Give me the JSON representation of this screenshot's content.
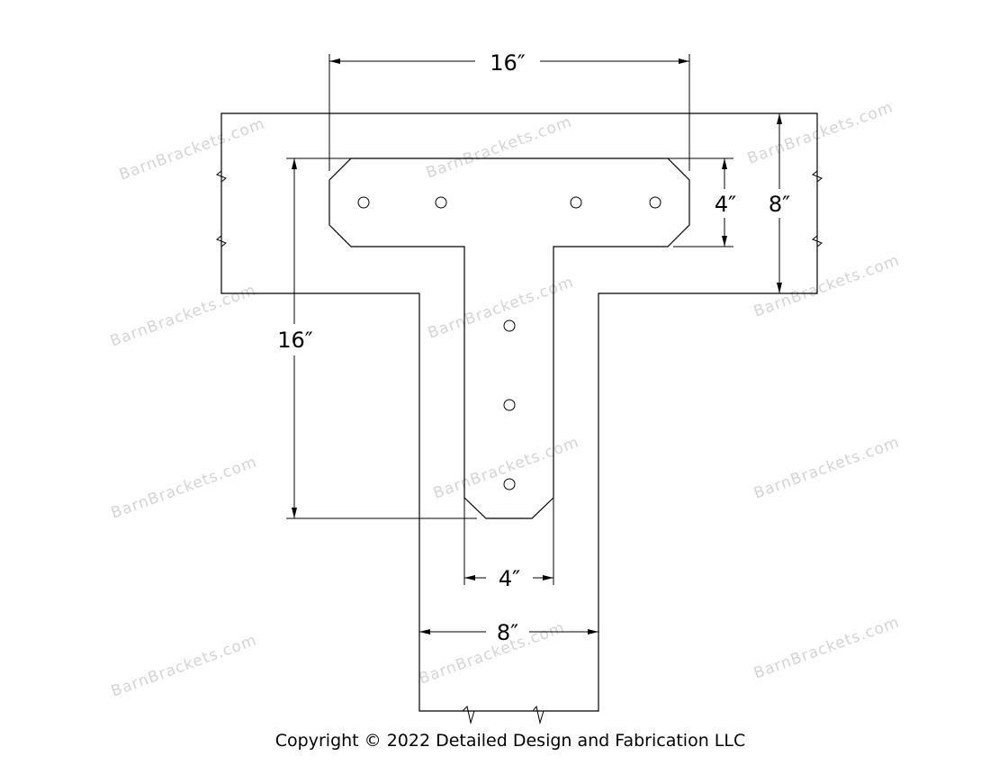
{
  "dimensions": {
    "bracket_width": "16″",
    "bracket_height": "16″",
    "flange_depth": "4″",
    "beam_depth": "8″",
    "stem_width": "4″",
    "post_width": "8″"
  },
  "watermark": "BarnBrackets.com",
  "copyright": "Copyright © 2022 Detailed Design and Fabrication LLC"
}
